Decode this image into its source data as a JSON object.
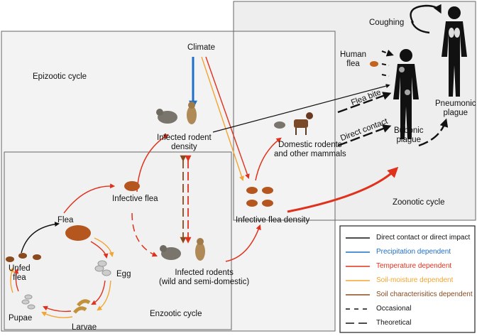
{
  "colors": {
    "direct": "#111111",
    "precipitation": "#1f6fc9",
    "temperature": "#e0311c",
    "soil_moisture": "#f2a531",
    "soil_characteristics": "#8a4a1e",
    "box_zoonotic": "#eeeeee",
    "box_epizootic": "#f3f3f3",
    "box_enzootic": "#f1f1f1"
  },
  "cycles": {
    "epizootic": "Epizootic cycle",
    "enzootic": "Enzootic cycle",
    "zoonotic": "Zoonotic cycle"
  },
  "nodes": {
    "climate": "Climate",
    "infected_rodent_density": "Infected rodent\ndensity",
    "domestic_rodents": "Domestic rodents\nand other mammals",
    "infective_flea": "Infective flea",
    "infective_flea_density": "Infective flea density",
    "infected_rodents": "Infected rodents\n(wild and semi-domestic)",
    "flea": "Flea",
    "unfed_flea": "Unfed\nflea",
    "egg": "Egg",
    "larvae": "Larvae",
    "pupae": "Pupae",
    "human_flea": "Human\nflea",
    "flea_bite": "Flea bite",
    "direct_contact": "Direct contact",
    "bubonic_plague": "Bubonic\nplague",
    "pneumonic_plague": "Pneumonic\nplague",
    "coughing": "Coughing"
  },
  "legend": [
    {
      "label": "Direct contact or direct impact",
      "color": "#111111",
      "style": "solid"
    },
    {
      "label": "Precipitation dependent",
      "color": "#1f6fc9",
      "style": "solid"
    },
    {
      "label": "Temperature dependent",
      "color": "#e0311c",
      "style": "solid"
    },
    {
      "label": "Soil-moisture dependent",
      "color": "#f2a531",
      "style": "solid"
    },
    {
      "label": "Soil characterisitics dependent",
      "color": "#8a4a1e",
      "style": "solid"
    },
    {
      "label": "Occasional",
      "color": "#111111",
      "style": "short-dash"
    },
    {
      "label": "Theoretical",
      "color": "#111111",
      "style": "long-dash"
    }
  ]
}
